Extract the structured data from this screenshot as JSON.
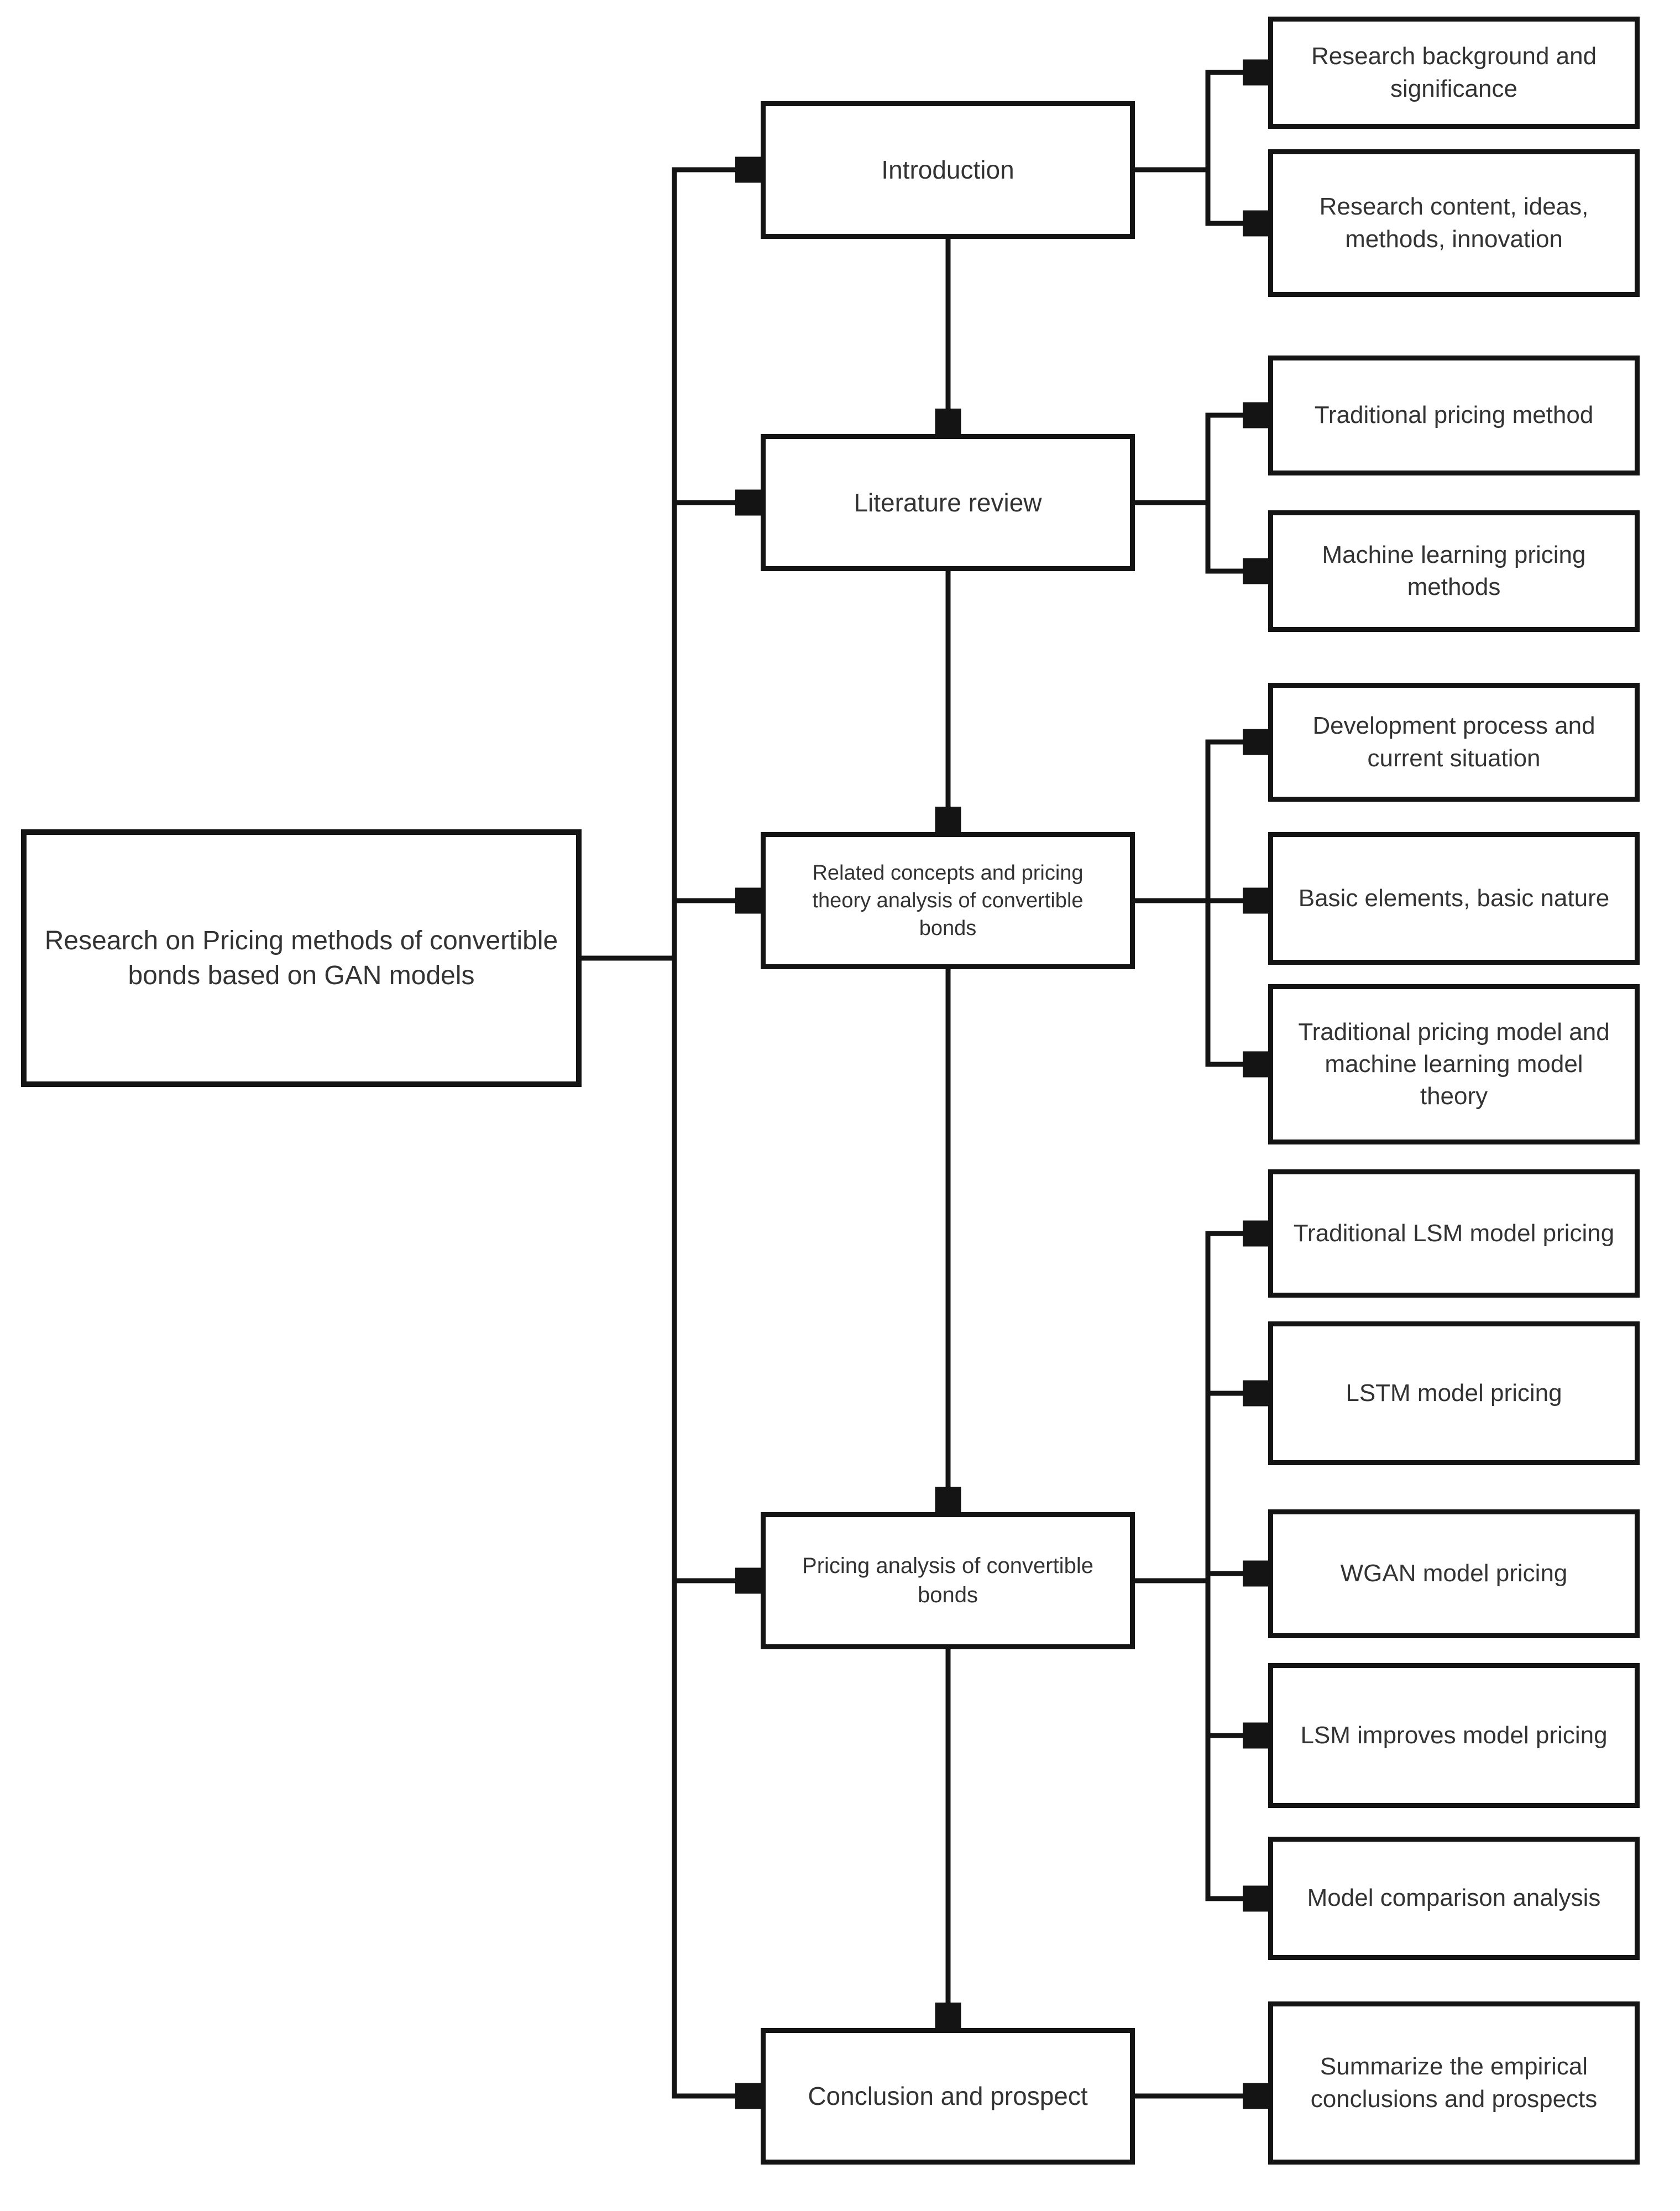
{
  "diagram": {
    "type": "flowchart",
    "orientation": "left-to-right",
    "line_color": "#141414",
    "box_bg": "#ffffff",
    "text_color": "#333333",
    "root": {
      "label": "Research on Pricing methods of convertible bonds based on GAN models"
    },
    "sections": [
      {
        "label": "Introduction",
        "children": [
          {
            "label": "Research background and significance"
          },
          {
            "label": "Research content, ideas, methods, innovation"
          }
        ]
      },
      {
        "label": "Literature review",
        "children": [
          {
            "label": "Traditional pricing method"
          },
          {
            "label": "Machine learning pricing methods"
          }
        ]
      },
      {
        "label": "Related concepts and pricing theory analysis of convertible bonds",
        "children": [
          {
            "label": "Development process and current situation"
          },
          {
            "label": "Basic elements, basic nature"
          },
          {
            "label": "Traditional pricing model and machine learning model theory"
          }
        ]
      },
      {
        "label": "Pricing analysis of convertible bonds",
        "children": [
          {
            "label": "Traditional LSM model pricing"
          },
          {
            "label": "LSTM model pricing"
          },
          {
            "label": "WGAN model pricing"
          },
          {
            "label": "LSM improves model pricing"
          },
          {
            "label": "Model comparison analysis"
          }
        ]
      },
      {
        "label": "Conclusion and prospect",
        "children": [
          {
            "label": "Summarize the empirical conclusions and prospects"
          }
        ]
      }
    ]
  }
}
